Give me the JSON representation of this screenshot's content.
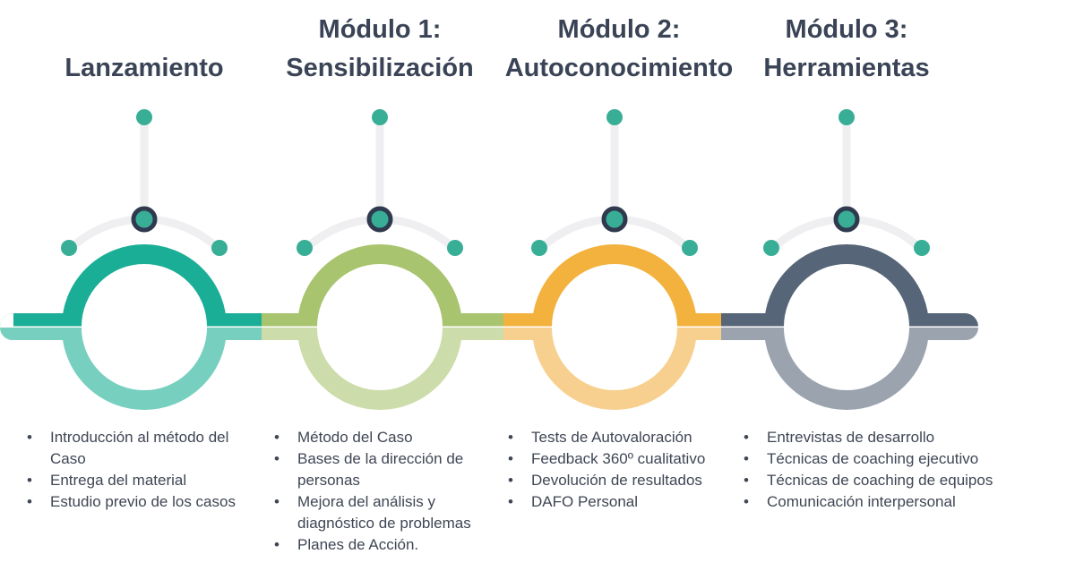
{
  "stages": [
    {
      "title_lines": [
        "",
        "Lanzamiento"
      ],
      "color": "#1bae96",
      "light": "#76cfbf",
      "items": [
        "Introducción al  método del Caso",
        "Entrega del material",
        "Estudio previo de los casos"
      ]
    },
    {
      "title_lines": [
        "Módulo 1:",
        "Sensibilización"
      ],
      "color": "#a8c46e",
      "light": "#cddcab",
      "items": [
        "Método del Caso",
        "Bases de la dirección  de personas",
        "Mejora del análisis y diagnóstico de problemas",
        "Planes de Acción."
      ]
    },
    {
      "title_lines": [
        "Módulo 2:",
        "Autoconocimiento"
      ],
      "color": "#f3b13e",
      "light": "#f7d08f",
      "items": [
        "Tests de  Autovaloración",
        "Feedback 360º  cualitativo",
        "Devolución de  resultados",
        "DAFO Personal"
      ]
    },
    {
      "title_lines": [
        "Módulo 3:",
        "Herramientas"
      ],
      "color": "#566577",
      "light": "#9aa3ae",
      "items": [
        "Entrevistas de  desarrollo",
        "Técnicas de coaching  ejecutivo",
        "Técnicas de coaching  de equipos",
        "Comunicación  interpersonal"
      ]
    }
  ],
  "colors": {
    "dot": "#38ae96",
    "ring": "#2f3a4f",
    "connector": "#efeff1"
  }
}
